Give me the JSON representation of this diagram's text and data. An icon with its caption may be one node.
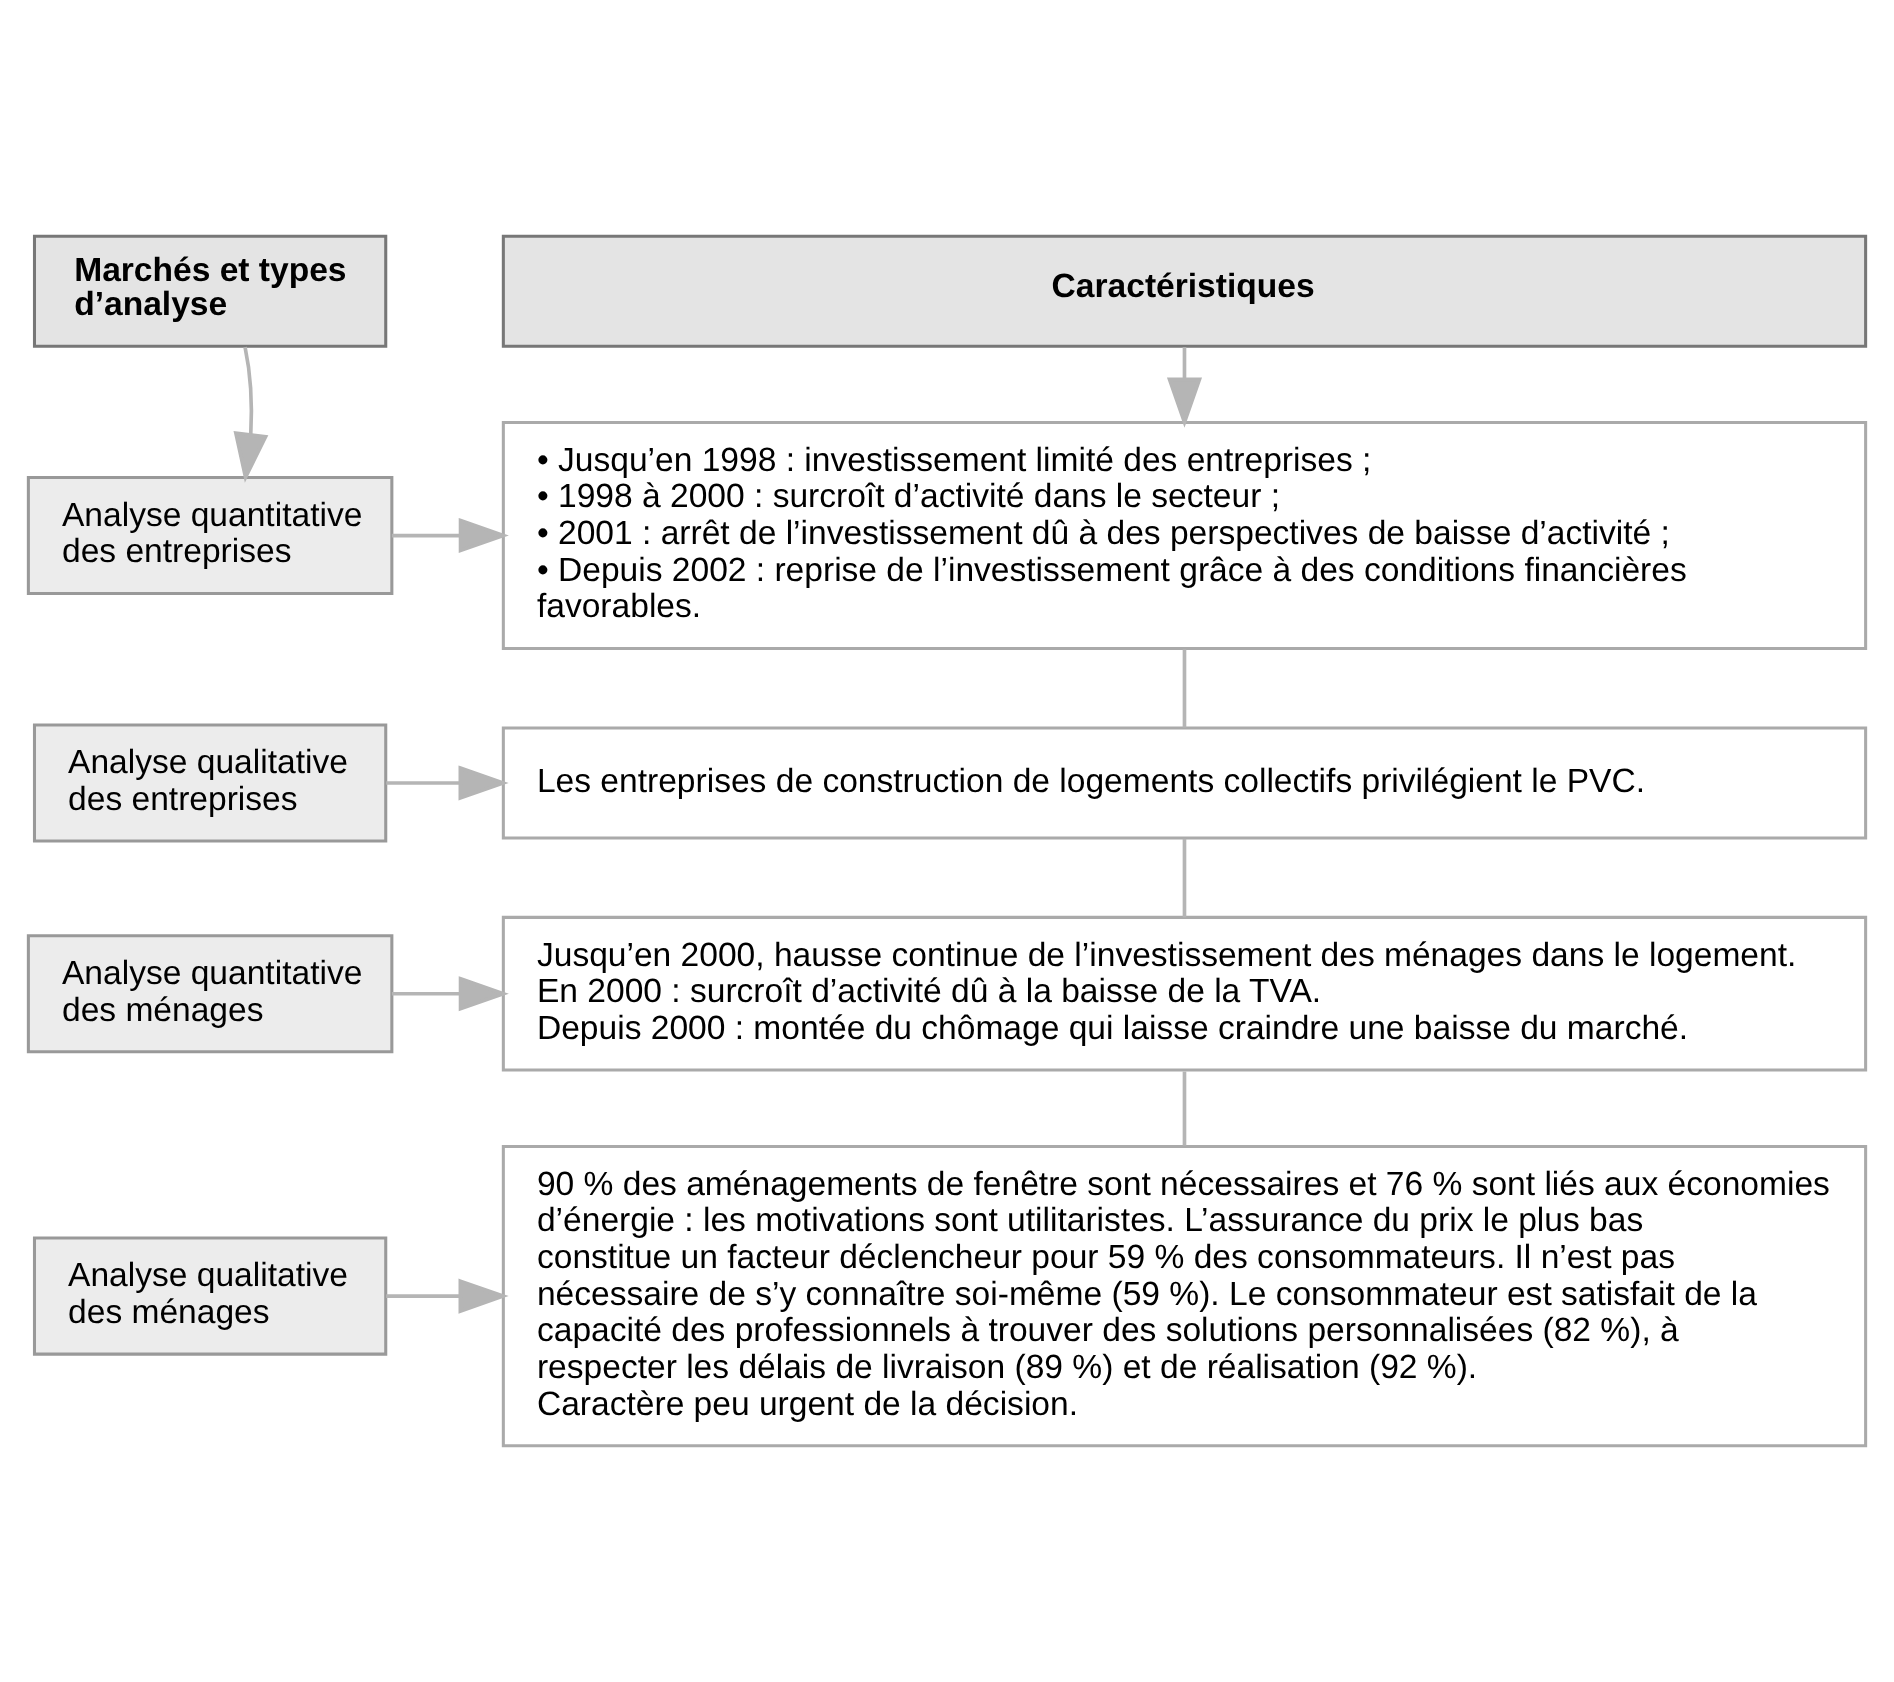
{
  "diagram": {
    "nodes": [
      {
        "text": [
          "Marchés et types d’analyse"
        ]
      },
      {
        "text": [
          "Caractéristiques"
        ]
      },
      {
        "text": [
          "Analyse quantitative des entreprises"
        ]
      },
      {
        "text": [
          "• Jusqu’en 1998 : investissement limité des entreprises ;",
          "• 1998 à 2000 : surcroît d’activité dans le secteur ;",
          "• 2001 : arrêt de l’investissement dû à des perspectives de baisse d’activité ;",
          "• Depuis 2002 : reprise de l’investissement grâce à des conditions financières favorables."
        ]
      },
      {
        "text": [
          "Analyse qualitative des entreprises"
        ]
      },
      {
        "text": [
          "Les entreprises de construction de logements collectifs privilégient le PVC."
        ]
      },
      {
        "text": [
          "Analyse quantitative des ménages"
        ]
      },
      {
        "text": [
          "Jusqu’en 2000, hausse continue de l’investissement des ménages dans le logement.",
          "En 2000 : surcroît d’activité dû à la baisse de la TVA.",
          "Depuis 2000 : montée du chômage qui laisse craindre une baisse du marché."
        ]
      },
      {
        "text": [
          "Analyse qualitative des ménages"
        ]
      },
      {
        "text": [
          "90 % des aménagements de fenêtre sont nécessaires et 76 % sont liés aux économies d’énergie : les motivations sont utilitaristes. L’assurance du prix le plus bas constitue un facteur déclencheur pour 59 % des consommateurs. Il n’est pas nécessaire de s’y connaître soi-même (59 %). Le consommateur est satisfait de la capacité des professionnels à trouver des solutions personnalisées (82 %), à respecter les délais de livraison (89 %) et de réalisation (92 %).",
          "Caractère peu urgent de la décision."
        ]
      }
    ],
    "edges": [
      {
        "from": 0,
        "to": 2,
        "arrow": "to"
      },
      {
        "from": 1,
        "to": 3,
        "arrow": "to"
      },
      {
        "from": 2,
        "to": 3,
        "arrow": "to"
      },
      {
        "from": 3,
        "to": 5,
        "arrow": "none"
      },
      {
        "from": 4,
        "to": 5,
        "arrow": "to"
      },
      {
        "from": 5,
        "to": 7,
        "arrow": "none"
      },
      {
        "from": 6,
        "to": 7,
        "arrow": "to"
      },
      {
        "from": 7,
        "to": 9,
        "arrow": "none"
      },
      {
        "from": 8,
        "to": 9,
        "arrow": "to"
      }
    ]
  }
}
